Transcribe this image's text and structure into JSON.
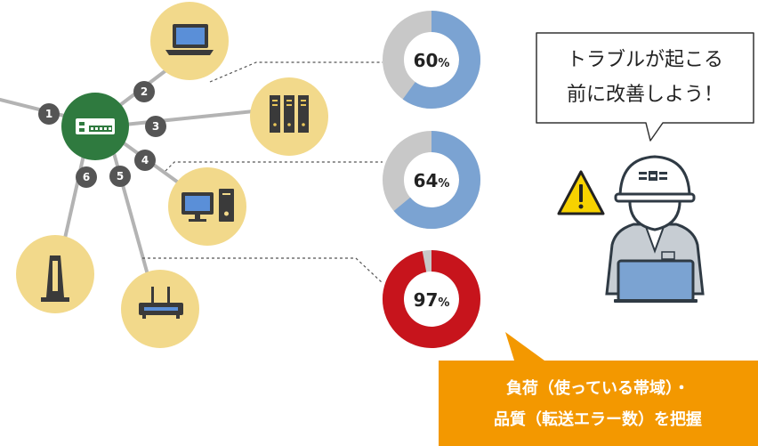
{
  "colors": {
    "node_fill": "#f2d98b",
    "hub_fill": "#2f7a3f",
    "line": "#b3b3b3",
    "donut_track": "#c8c8c8",
    "donut_blue": "#7ba3d2",
    "donut_red": "#c7141c",
    "badge": "#555555",
    "orange": "#f39800"
  },
  "port_numbers": [
    "1",
    "2",
    "3",
    "4",
    "5",
    "6"
  ],
  "icons": {
    "hub": "network-switch-icon",
    "laptop": "laptop-icon",
    "server": "server-rack-icon",
    "desktop": "desktop-pc-icon",
    "router": "wireless-router-icon",
    "access_point": "access-point-icon",
    "warning": "warning-triangle-icon",
    "engineer": "engineer-with-laptop-icon"
  },
  "chart_data": {
    "type": "pie",
    "donuts": [
      {
        "value": 60,
        "label": "60",
        "unit": "%"
      },
      {
        "value": 64,
        "label": "64",
        "unit": "%"
      },
      {
        "value": 97,
        "label": "97",
        "unit": "%"
      }
    ]
  },
  "speech_bubble": {
    "line1": "トラブルが起こる",
    "line2": "前に改善しよう！"
  },
  "orange_box": {
    "line1": "負荷（使っている帯域）・",
    "line2": "品質（転送エラー数）を把握"
  }
}
